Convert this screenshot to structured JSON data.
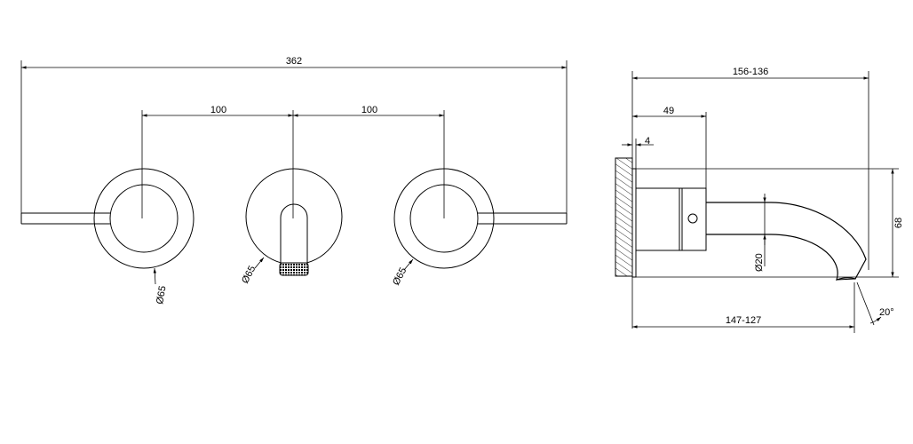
{
  "dimensions": {
    "front_total_width": "362",
    "front_spacing_left": "100",
    "front_spacing_right": "100",
    "front_diam_left": "Ø65",
    "front_diam_center": "Ø65",
    "front_diam_right": "Ø65",
    "side_depth_range": "156-136",
    "side_body_length": "49",
    "side_plate_thickness": "4",
    "side_height": "68",
    "side_spout_diam": "Ø20",
    "side_spout_reach": "147-127",
    "side_spout_angle": "20°"
  },
  "colors": {
    "line": "#000000",
    "background": "#ffffff"
  }
}
